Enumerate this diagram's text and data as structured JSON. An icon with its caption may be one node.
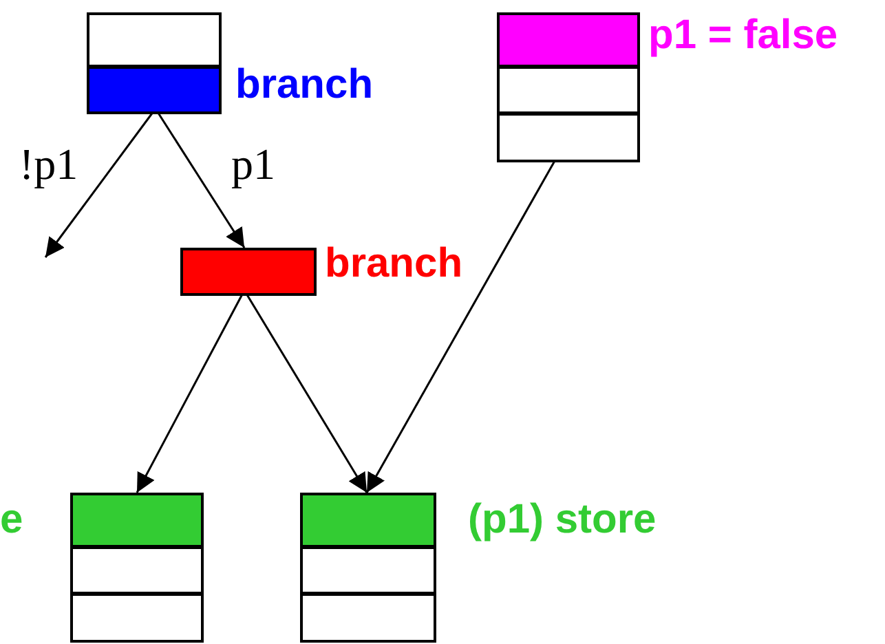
{
  "diagram": {
    "nodes": [
      {
        "text": [],
        "shape": "box",
        "beside": [
          "branch"
        ]
      },
      {
        "text": [],
        "shape": "bar",
        "beside": [
          "branch"
        ]
      },
      {
        "text": [],
        "shape": "box",
        "beside": [
          "p1 = false"
        ]
      },
      {
        "text": [],
        "shape": "box",
        "beside": [
          "e"
        ]
      },
      {
        "text": [],
        "shape": "box",
        "beside": [
          "(p1) store"
        ]
      }
    ],
    "edges": [
      {
        "from": 0,
        "to": null,
        "arrow": "to",
        "label": "!p1"
      },
      {
        "from": 0,
        "to": 1,
        "arrow": "to",
        "label": "p1"
      },
      {
        "from": 1,
        "to": 3,
        "arrow": "to"
      },
      {
        "from": 1,
        "to": 4,
        "arrow": "to"
      },
      {
        "from": 2,
        "to": 4,
        "arrow": "to"
      }
    ]
  }
}
